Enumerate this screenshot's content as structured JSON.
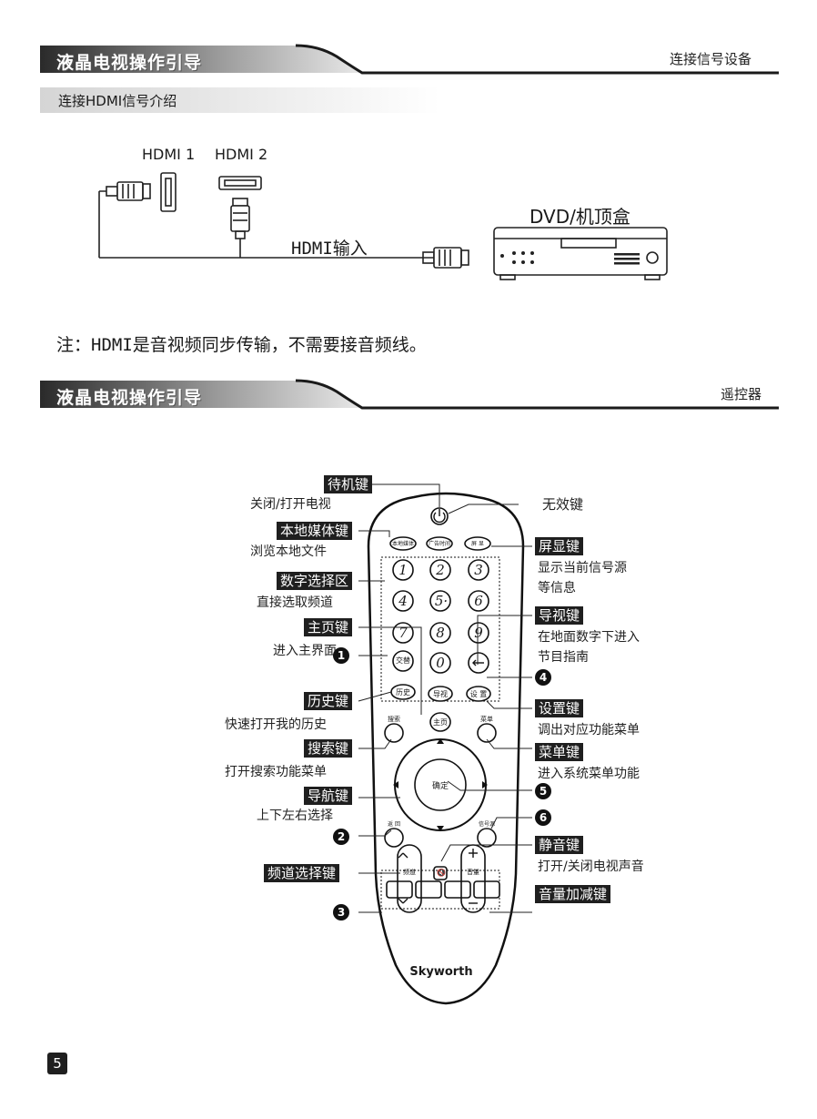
{
  "header1": {
    "title": "液晶电视操作引导",
    "right": "连接信号设备"
  },
  "subsection": "连接HDMI信号介绍",
  "hdmi": {
    "port1": "HDMI 1",
    "port2": "HDMI 2",
    "device": "DVD/机顶盒",
    "input": "HDMI输入"
  },
  "note": "注：HDMI是音视频同步传输，不需要接音频线。",
  "header2": {
    "title": "液晶电视操作引导",
    "right": "遥控器"
  },
  "remote": {
    "brand": "Skyworth",
    "buttons": {
      "media": "本地媒体",
      "ad": "广告时间",
      "display": "屏 显",
      "digits": [
        "1",
        "2",
        "3",
        "4",
        "5·",
        "6",
        "7",
        "8",
        "9",
        "0"
      ],
      "swap": "交替",
      "history": "历史",
      "guide": "导视",
      "settings": "设 置",
      "home": "主页",
      "search": "搜索",
      "menu": "菜单",
      "ok": "确定",
      "back": "返 回",
      "source": "信号源",
      "channel": "频道",
      "volume": "音量"
    }
  },
  "callouts": {
    "standby": {
      "title": "待机键",
      "desc": "关闭/打开电视"
    },
    "invalid": {
      "title": "无效键"
    },
    "media": {
      "title": "本地媒体键",
      "desc": "浏览本地文件"
    },
    "display": {
      "title": "屏显键",
      "desc1": "显示当前信号源",
      "desc2": "等信息"
    },
    "digits": {
      "title": "数字选择区",
      "desc": "直接选取频道"
    },
    "guide": {
      "title": "导视键",
      "desc1": "在地面数字下进入",
      "desc2": "节目指南"
    },
    "home": {
      "title": "主页键",
      "desc": "进入主界面"
    },
    "history": {
      "title": "历史键",
      "desc": "快速打开我的历史"
    },
    "settings": {
      "title": "设置键",
      "desc": "调出对应功能菜单"
    },
    "search": {
      "title": "搜索键",
      "desc": "打开搜索功能菜单"
    },
    "menu": {
      "title": "菜单键",
      "desc": "进入系统菜单功能"
    },
    "nav": {
      "title": "导航键",
      "desc": "上下左右选择"
    },
    "mute": {
      "title": "静音键",
      "desc": "打开/关闭电视声音"
    },
    "channel": {
      "title": "频道选择键"
    },
    "volume": {
      "title": "音量加减键"
    },
    "numbers": [
      "1",
      "2",
      "3",
      "4",
      "5",
      "6"
    ]
  },
  "page_number": "5"
}
